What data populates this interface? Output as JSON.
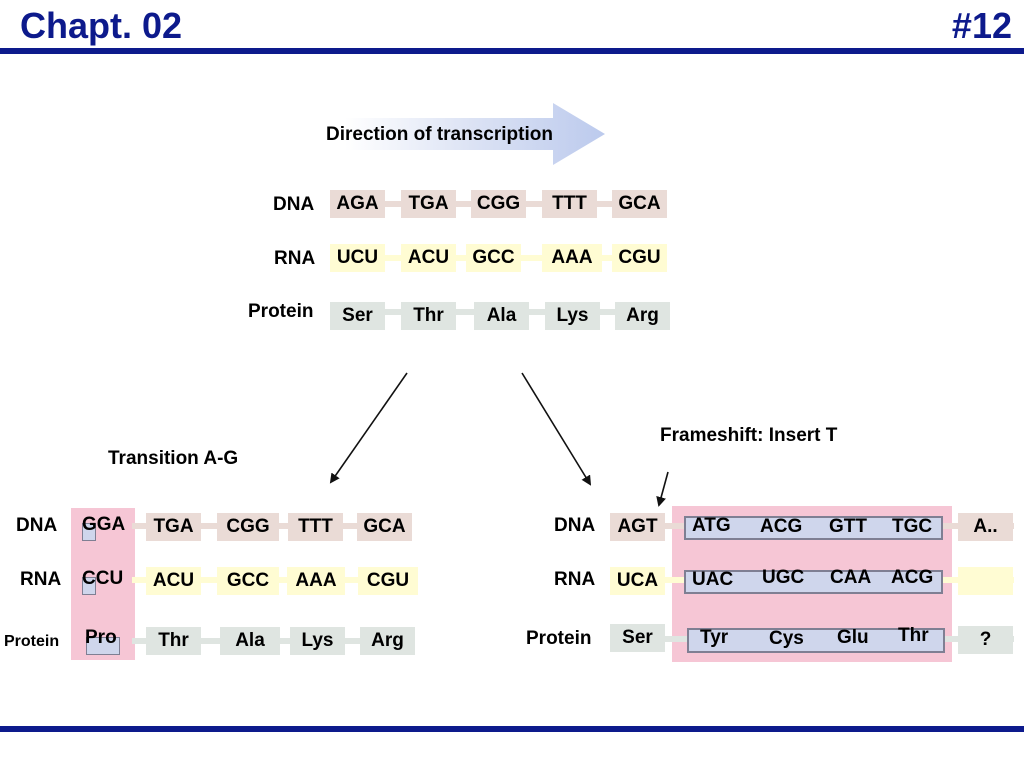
{
  "header": {
    "chapter": "Chapt. 02",
    "slide_number": "#12"
  },
  "direction_label": "Direction of transcription",
  "row_labels": {
    "dna": "DNA",
    "rna": "RNA",
    "protein": "Protein"
  },
  "top": {
    "dna": [
      "AGA",
      "TGA",
      "CGG",
      "TTT",
      "GCA"
    ],
    "rna": [
      "UCU",
      "ACU",
      "GCC",
      "AAA",
      "CGU"
    ],
    "protein": [
      "Ser",
      "Thr",
      "Ala",
      "Lys",
      "Arg"
    ]
  },
  "transition": {
    "title": "Transition A-G",
    "dna": [
      "GGA",
      "TGA",
      "CGG",
      "TTT",
      "GCA"
    ],
    "rna": [
      "CCU",
      "ACU",
      "GCC",
      "AAA",
      "CGU"
    ],
    "protein": [
      "Pro",
      "Thr",
      "Ala",
      "Lys",
      "Arg"
    ]
  },
  "frameshift": {
    "title": "Frameshift: Insert T",
    "dna": [
      "AGT",
      "ATG",
      "ACG",
      "GTT",
      "TGC",
      "A.."
    ],
    "rna": [
      "UCA",
      "UAC",
      "UGC",
      "CAA",
      "ACG",
      ""
    ],
    "protein": [
      "Ser",
      "Tyr",
      "Cys",
      "Glu",
      "Thr",
      "?"
    ]
  },
  "colors": {
    "header": "#0d1a8c",
    "dna": "#eadbd6",
    "rna": "#fffcd3",
    "protein": "#dfe5e1",
    "mutation_highlight": "#f6c6d5",
    "mutation_band": "#cfd6ec",
    "direction_arrow": "#c8d3ef"
  }
}
